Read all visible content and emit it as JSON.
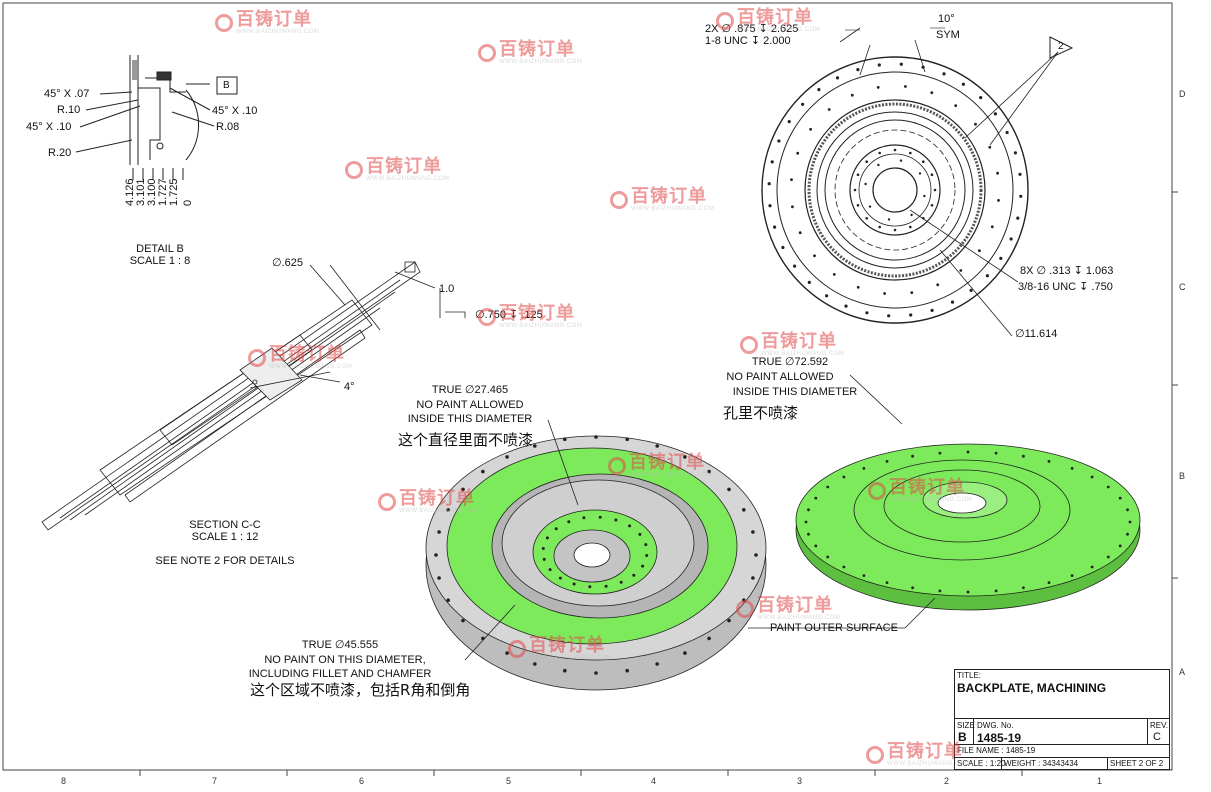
{
  "drawing": {
    "detail_b": {
      "callouts": [
        "45° X .07",
        "R.10",
        "45° X .10",
        "R.20",
        "45° X .10",
        "R.08"
      ],
      "label_tag": "B",
      "dims": [
        "4.126",
        "3.101",
        "3.100",
        "1.727",
        "1.725",
        "0"
      ],
      "caption_line1": "DETAIL B",
      "caption_line2": "SCALE 1 : 8"
    },
    "section_cc": {
      "dia_625": "∅.625",
      "dim_10": "1.0",
      "cbore": "∅.750 ↧ .125",
      "angle": "4°",
      "caption_line1": "SECTION C-C",
      "caption_line2": "SCALE 1 : 12",
      "caption_line3": "SEE NOTE 2 FOR DETAILS"
    },
    "top_view": {
      "hole_line1": "2X ∅ .875 ↧ 2.625",
      "hole_line2": "1-8 UNC ↧ 2.000",
      "angle": "10°",
      "sym": "SYM",
      "note_flag": "2",
      "tap_line1": "8X ∅ .313 ↧ 1.063",
      "tap_line2": "3/8-16 UNC  ↧ .750",
      "dia_11": "∅11.614"
    },
    "notes": {
      "mid_line1": "TRUE  ∅27.465",
      "mid_line2": "NO PAINT ALLOWED",
      "mid_line3": "INSIDE THIS DIAMETER",
      "mid_cn": "这个直径里面不喷漆",
      "right_line1": "TRUE  ∅72.592",
      "right_line2": "NO PAINT ALLOWED",
      "right_line3": "INSIDE THIS DIAMETER",
      "right_cn": "孔里不喷漆",
      "bottom_line1": "TRUE  ∅45.555",
      "bottom_line2": "NO PAINT ON THIS DIAMETER,",
      "bottom_line3": "INCLUDING FILLET AND CHAMFER",
      "bottom_cn": "这个区域不喷漆，包括R角和倒角",
      "paint_outer": "PAINT OUTER SURFACE"
    },
    "zones_bottom": [
      "8",
      "7",
      "6",
      "5",
      "4",
      "3",
      "2",
      "1"
    ],
    "zones_right": [
      "D",
      "C",
      "B",
      "A"
    ]
  },
  "title_block": {
    "title_label": "TITLE:",
    "title": "BACKPLATE, MACHINING",
    "size_label": "SIZE",
    "size": "B",
    "dwg_label": "DWG. No.",
    "dwg_no": "1485-19",
    "rev_label": "REV.",
    "rev": "C",
    "filename": "FILE NAME : 1485-19",
    "scale": "SCALE :   1:20",
    "weight": "WEIGHT : 34343434",
    "sheet": "SHEET 2 OF 2"
  },
  "watermark": {
    "brand": "百铸订单",
    "url": "WWW.BAIZHUWANG.COM"
  },
  "colors": {
    "paint_green": "#7dea5c",
    "bare_gray": "#c8c8c8",
    "watermark_red": "#e04a4a"
  }
}
